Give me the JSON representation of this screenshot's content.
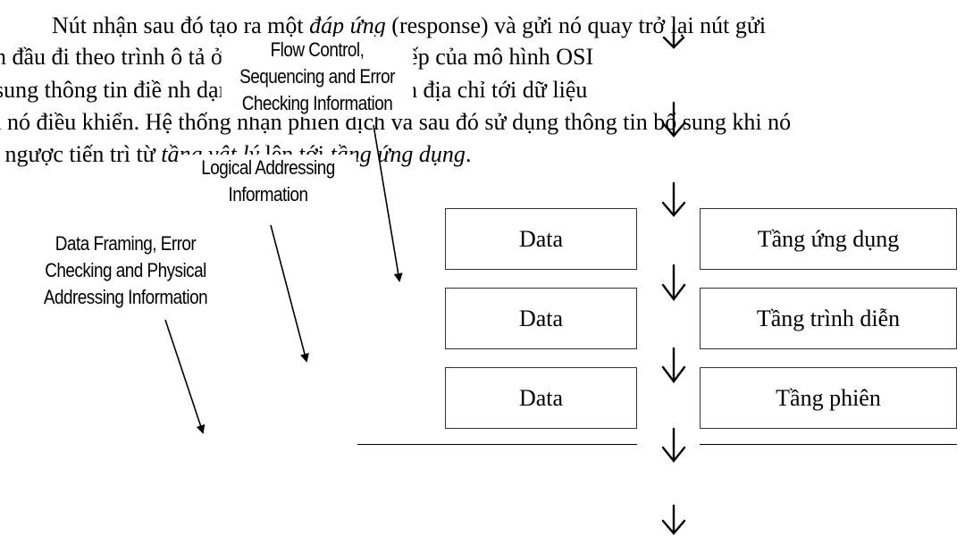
{
  "paragraph": {
    "line1": {
      "a": "Nút nhận sau đó tạo ra một ",
      "em": "đáp ứng",
      "b": " (response) và gửi nó quay trở lại nút gửi"
    },
    "line2": "n đầu đi theo trình                        ô tả ở trên. Mỗi tầng kế tiếp của mô hình OSI",
    "line3": " sung thông tin điề                           nh dạng hay thông tin định địa chỉ tới dữ liệu",
    "line4": "à nó điều khiển. Hệ thống nhận phiên dịch và sau đó sử dụng thông tin bổ sung khi nó",
    "line5": {
      "a": "o ngược tiến trì                       từ ",
      "em1": "tầng vật lý",
      "b": " lên tới ",
      "em2": "tầng ứng dụng",
      "c": "."
    }
  },
  "labels": {
    "flow_control": [
      "Flow Control,",
      "Sequencing and Error",
      "Checking Information"
    ],
    "logical_addressing": [
      "Logical Addressing",
      "Information"
    ],
    "data_framing": [
      "Data Framing, Error",
      "Checking and Physical",
      "Addressing Information"
    ]
  },
  "data_boxes": [
    "Data",
    "Data",
    "Data"
  ],
  "layer_boxes": [
    "Tầng ứng dụng",
    "Tầng trình diễn",
    "Tầng phiên"
  ]
}
